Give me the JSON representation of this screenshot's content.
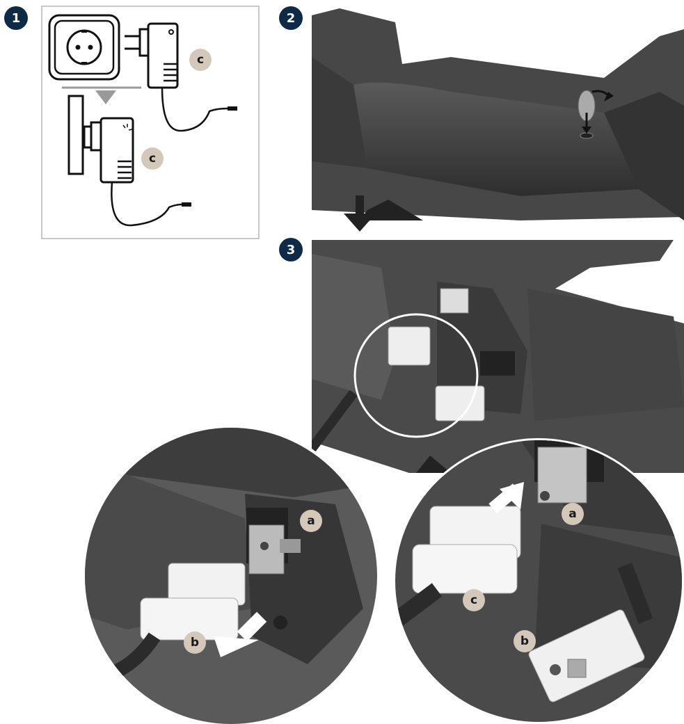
{
  "steps": {
    "step1": "1",
    "step2": "2",
    "step3": "3"
  },
  "labels": {
    "a": "a",
    "b": "b",
    "c": "c"
  },
  "colors": {
    "badge": "#0e2a47",
    "label_badge": "#d4c8bb",
    "frame": "#c8c8c8"
  }
}
